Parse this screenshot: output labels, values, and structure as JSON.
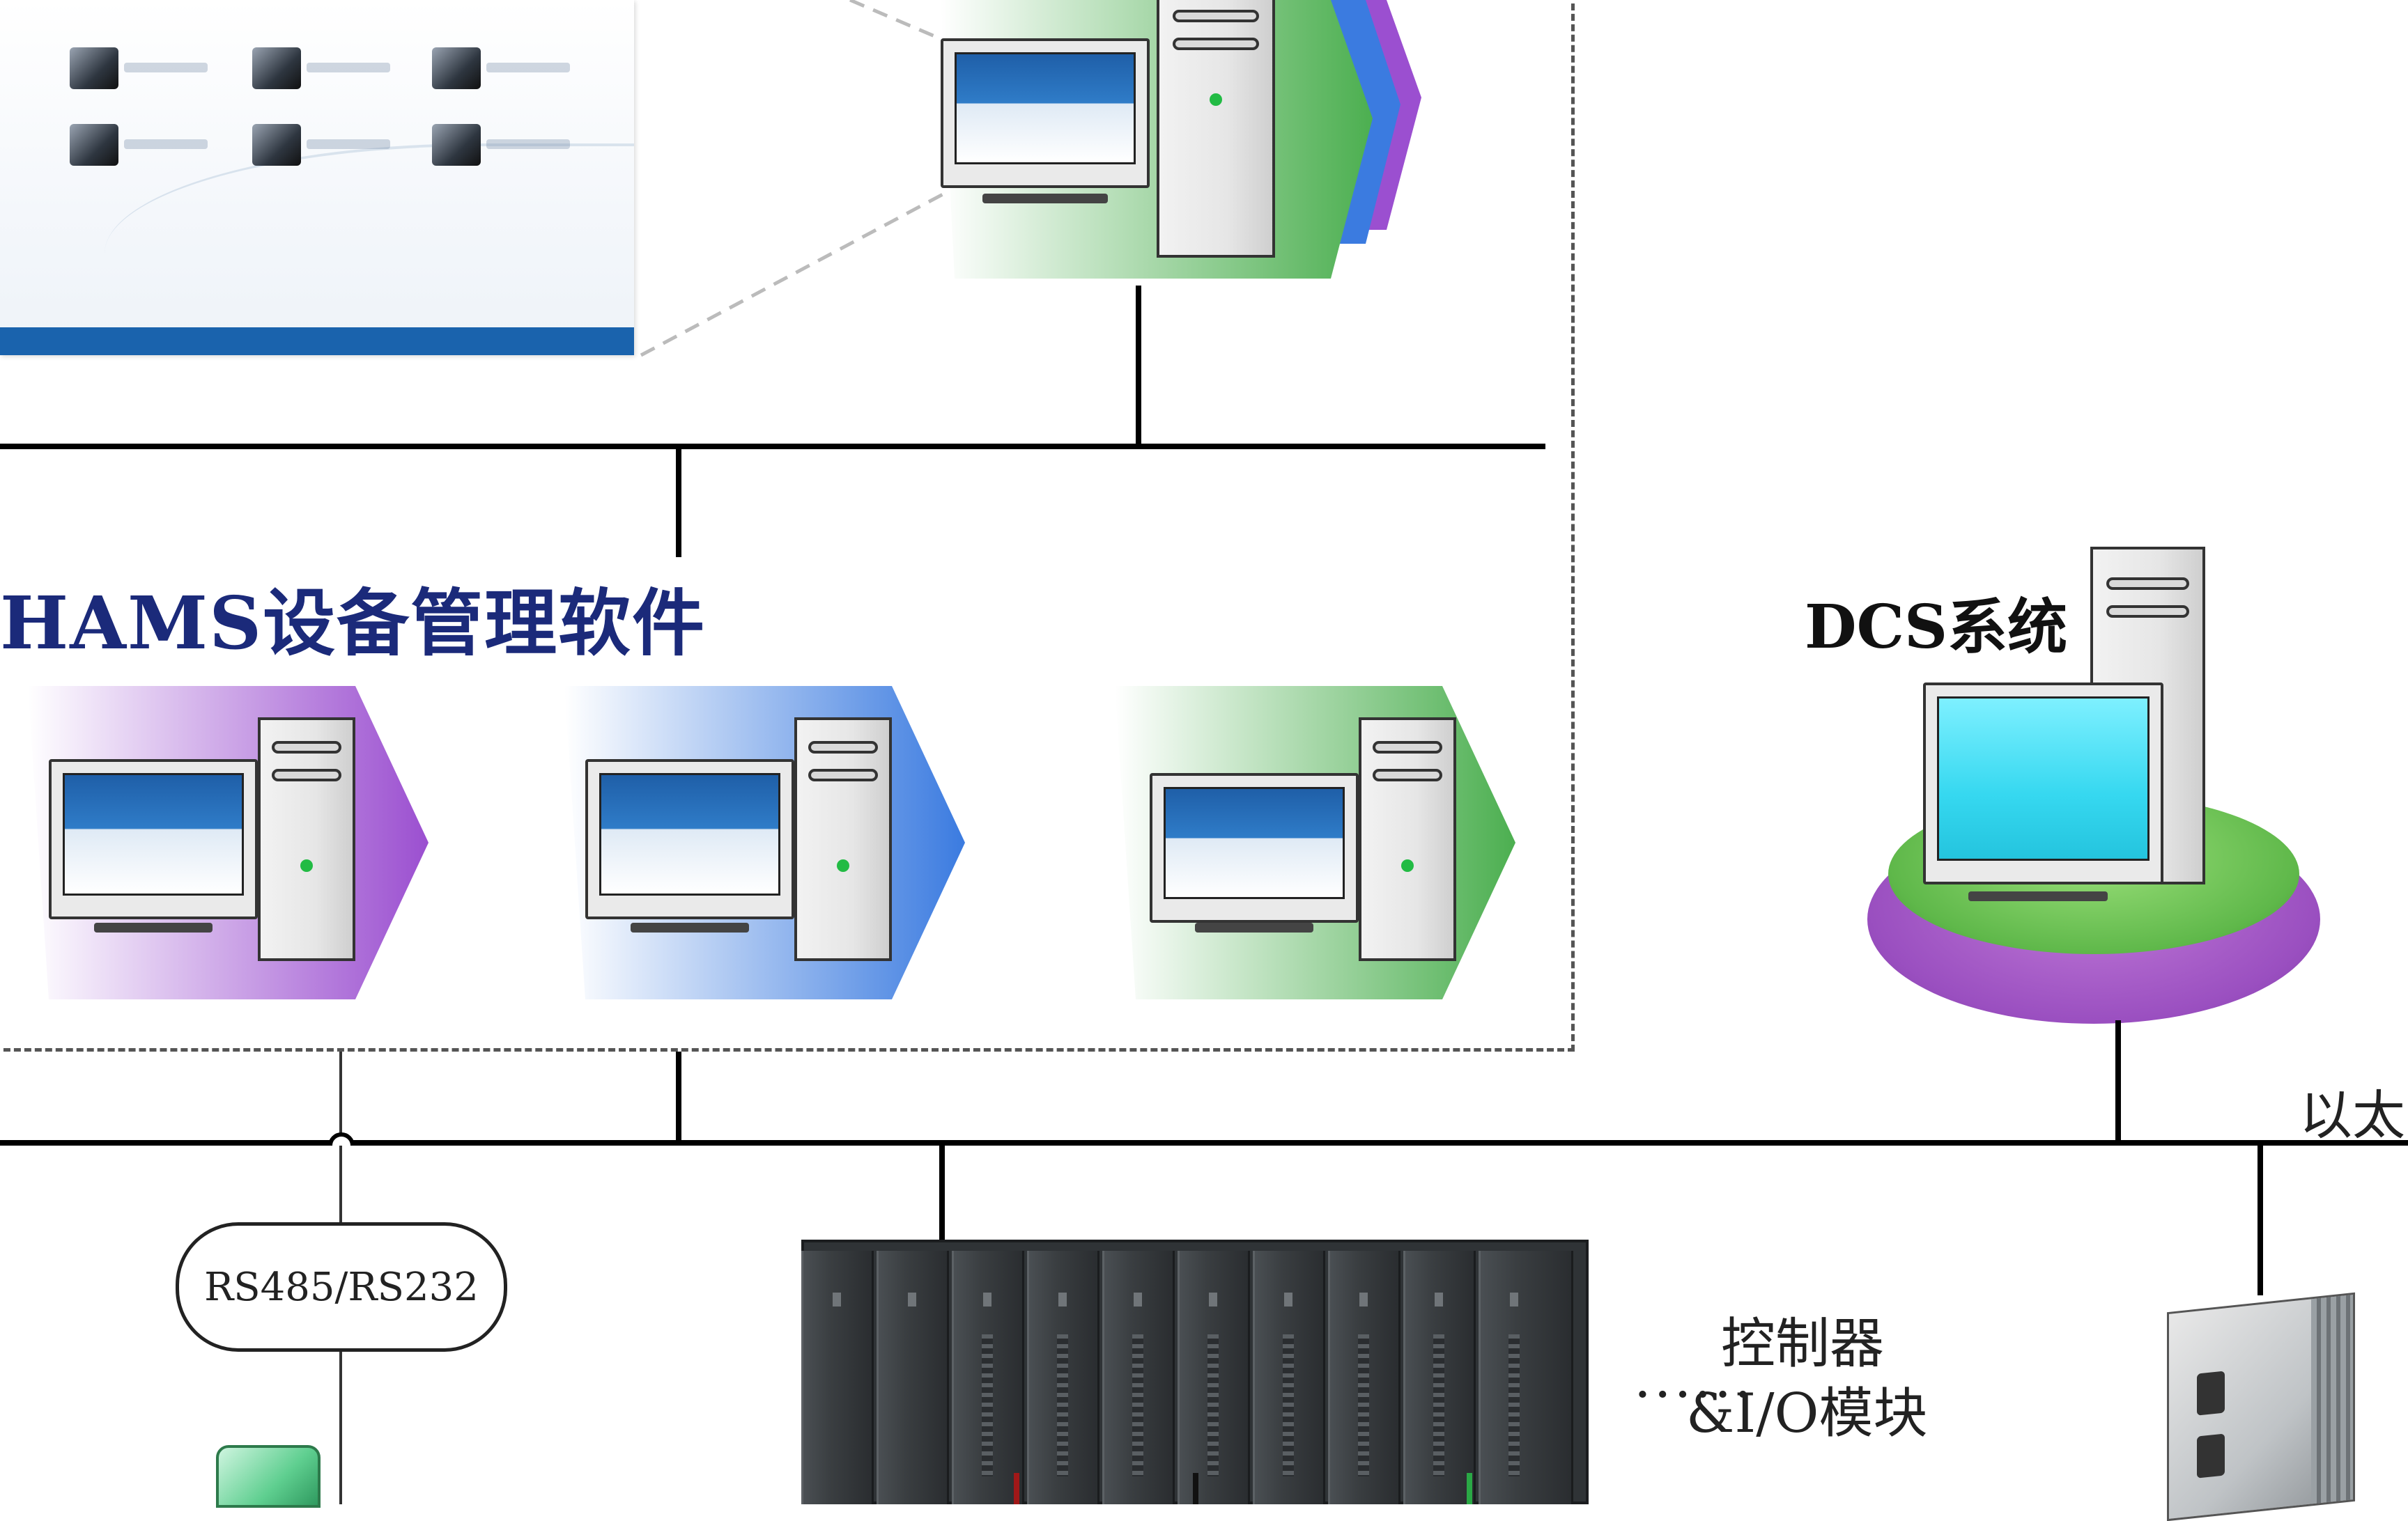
{
  "diagram": {
    "hams_title": "HAMS设备管理软件",
    "dcs_label": "DCS系统",
    "ethernet_label": "以太",
    "serial_label": "RS485/RS232",
    "controller_label_line1": "控制器",
    "controller_label_line2": "&I/O模块",
    "controller_dots": "......",
    "colors": {
      "title_blue": "#1b2a7a",
      "arrow_purple": "#9b4fd0",
      "arrow_blue": "#3b7be0",
      "arrow_green": "#4caf50",
      "pedestal_purple": "#9a4fc0",
      "pedestal_green": "#5fb84a",
      "screen_blue": "#1f5fa8",
      "dcs_screen_cyan": "#36d8f0"
    },
    "icons": [
      "desktop-computer-icon",
      "server-tower-icon",
      "controller-rack-icon",
      "gateway-device-icon"
    ]
  }
}
